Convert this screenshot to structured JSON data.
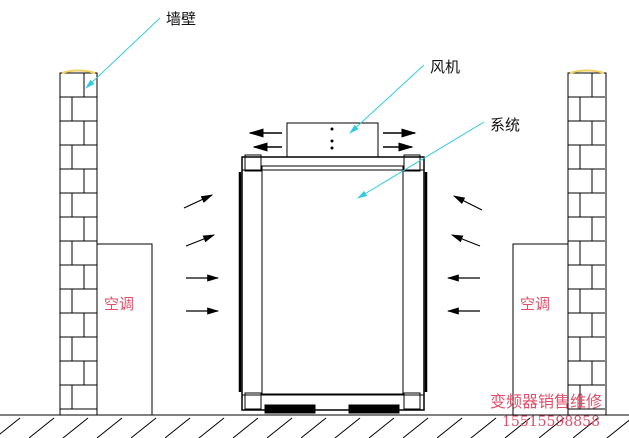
{
  "labels": {
    "wall": "墙壁",
    "fan": "风机",
    "system": "系统",
    "ac_left": "空调",
    "ac_right": "空调"
  },
  "watermark": {
    "line1": "变频器销售维修",
    "line2": "15515598858"
  },
  "colors": {
    "leader": "#33ccdd",
    "text_red": "#e0506a",
    "wall_top": "#f0d060"
  }
}
